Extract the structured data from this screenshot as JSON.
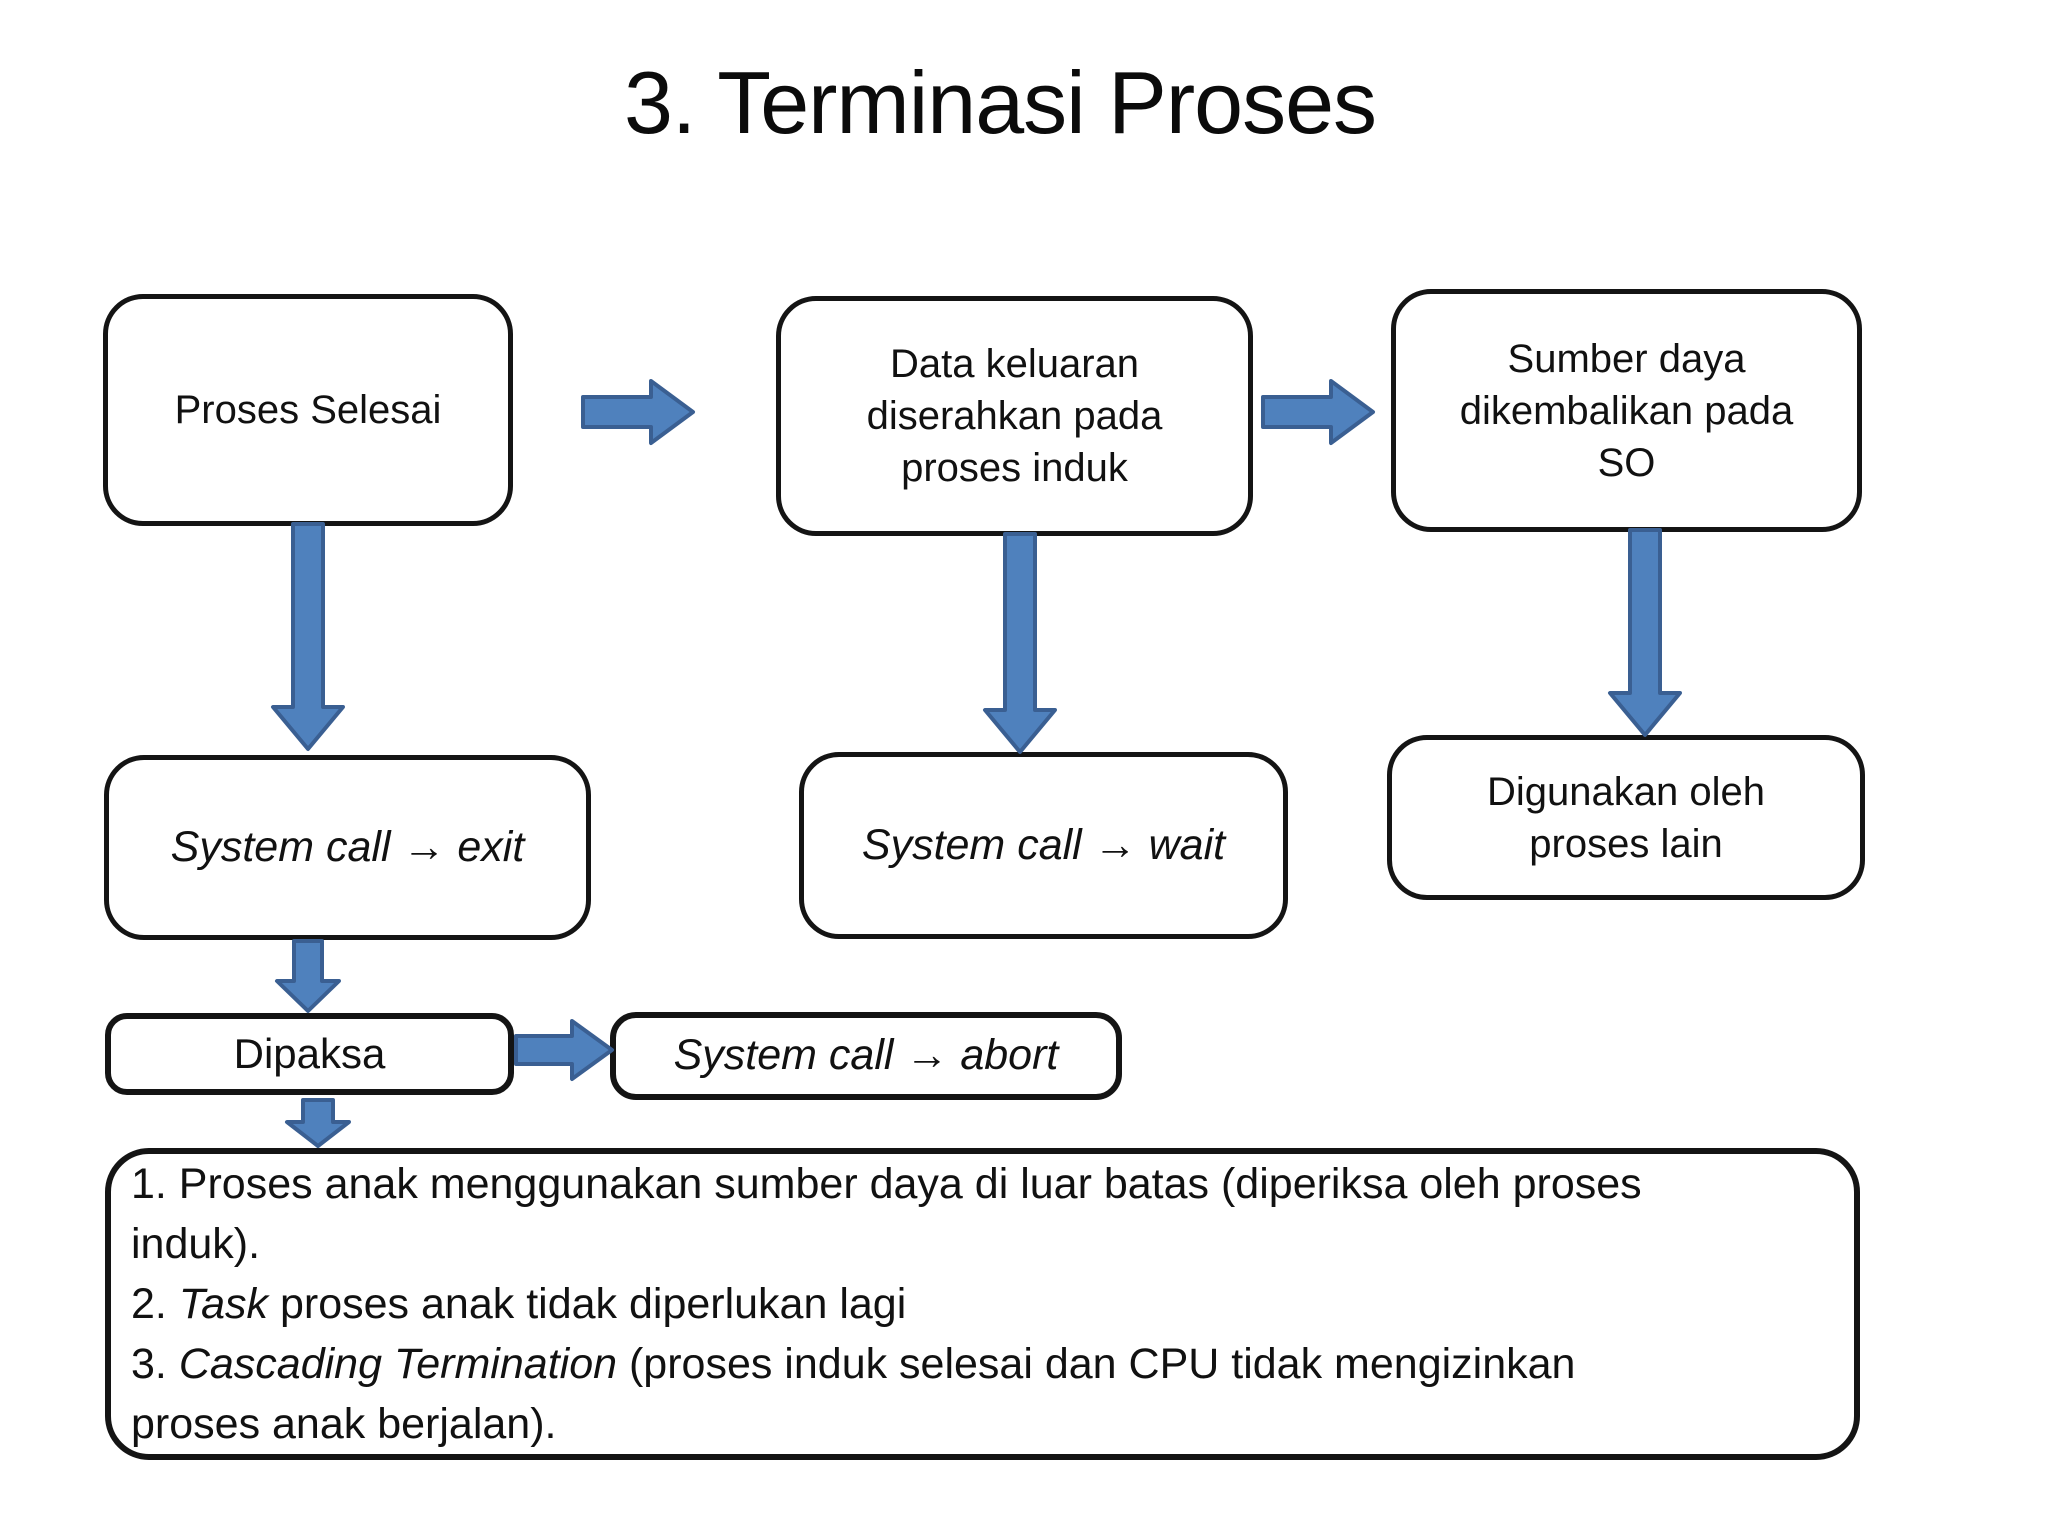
{
  "title": "3. Terminasi Proses",
  "colors": {
    "background": "#ffffff",
    "text": "#111111",
    "box_border": "#141414",
    "arrow_fill": "#4f81bd",
    "arrow_stroke": "#3a5f92"
  },
  "flow": {
    "proses_selesai": "Proses Selesai",
    "data_keluaran": "Data keluaran diserahkan pada proses induk",
    "sumber_daya": "Sumber daya dikembalikan pada SO",
    "syscall_exit": "System call → exit",
    "syscall_wait": "System call → wait",
    "digunakan_oleh": "Digunakan oleh proses lain",
    "dipaksa": "Dipaksa",
    "syscall_abort": "System call → abort"
  },
  "notes": {
    "lines": [
      [
        {
          "t": "1. Proses anak menggunakan sumber daya di luar batas (diperiksa oleh proses"
        }
      ],
      [
        {
          "t": "induk)."
        }
      ],
      [
        {
          "t": "2. "
        },
        {
          "t": "Task",
          "i": true
        },
        {
          "t": " proses anak tidak diperlukan lagi"
        }
      ],
      [
        {
          "t": "3. "
        },
        {
          "t": "Cascading Termination",
          "i": true
        },
        {
          "t": " (proses induk selesai dan CPU tidak mengizinkan"
        }
      ],
      [
        {
          "t": "proses anak berjalan)."
        }
      ]
    ]
  }
}
